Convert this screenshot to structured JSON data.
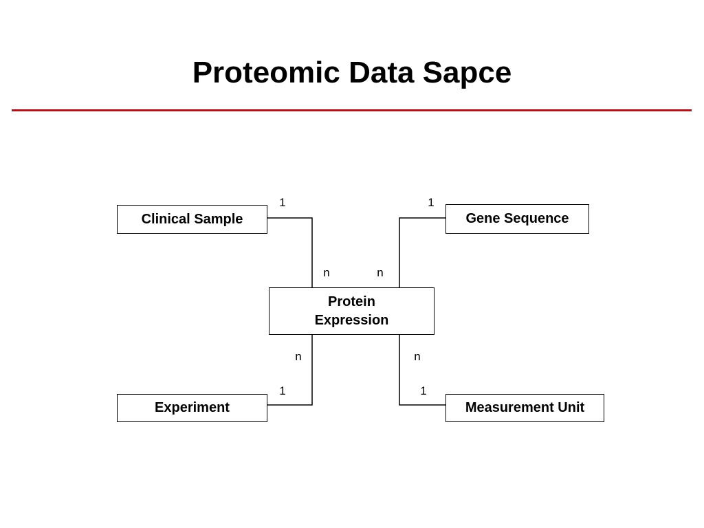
{
  "title": "Proteomic Data Sapce",
  "colors": {
    "rule": "#a8141b",
    "line": "#000000",
    "box_border": "#000000"
  },
  "entities": {
    "clinical_sample": "Clinical Sample",
    "gene_sequence": "Gene Sequence",
    "protein_expression_line1": "Protein",
    "protein_expression_line2": "Expression",
    "experiment": "Experiment",
    "measurement_unit": "Measurement Unit"
  },
  "relationships": [
    {
      "from": "Clinical Sample",
      "to": "Protein Expression",
      "from_card": "1",
      "to_card": "n"
    },
    {
      "from": "Gene Sequence",
      "to": "Protein Expression",
      "from_card": "1",
      "to_card": "n"
    },
    {
      "from": "Experiment",
      "to": "Protein Expression",
      "from_card": "1",
      "to_card": "n"
    },
    {
      "from": "Measurement Unit",
      "to": "Protein Expression",
      "from_card": "1",
      "to_card": "n"
    }
  ]
}
